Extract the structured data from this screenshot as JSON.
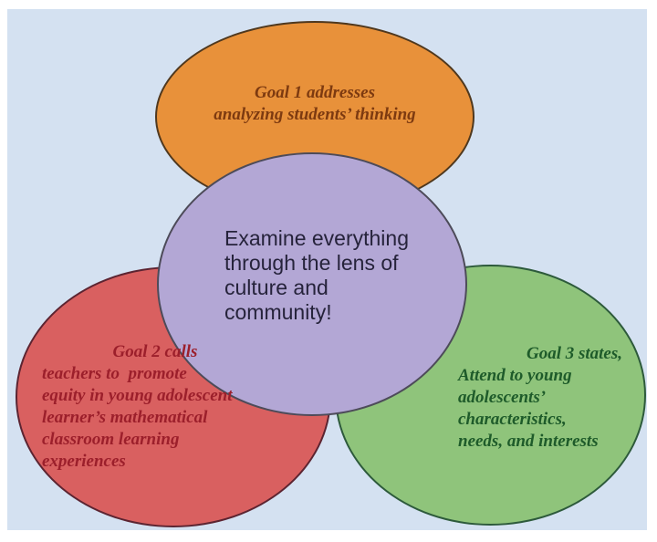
{
  "diagram": {
    "background_color": "#ffffff",
    "panel_color": "#d4e1f1",
    "center_circle": {
      "fill": "#b3a7d5",
      "stroke": "#4d4b59",
      "text_color": "#26233b",
      "lines": [
        "Examine everything",
        "through the lens of",
        "culture and",
        "community!"
      ]
    },
    "goal1": {
      "fill": "#e8913a",
      "stroke": "#4f381e",
      "text_color": "#7d3a10",
      "lines": [
        "Goal 1 addresses",
        "analyzing students’ thinking"
      ]
    },
    "goal2": {
      "fill": "#d96060",
      "stroke": "#5c2431",
      "text_color": "#9c1f2b",
      "lines": [
        "Goal 2 calls",
        "teachers to  promote",
        "equity in young adolescent",
        "learner’s mathematical",
        "classroom learning",
        "experiences"
      ]
    },
    "goal3": {
      "fill": "#8fc47b",
      "stroke": "#2d5a3b",
      "text_color": "#1e5b2a",
      "lines": [
        "Goal 3 states,",
        "Attend to young",
        "adolescents’",
        "characteristics,",
        "needs, and interests"
      ]
    }
  }
}
